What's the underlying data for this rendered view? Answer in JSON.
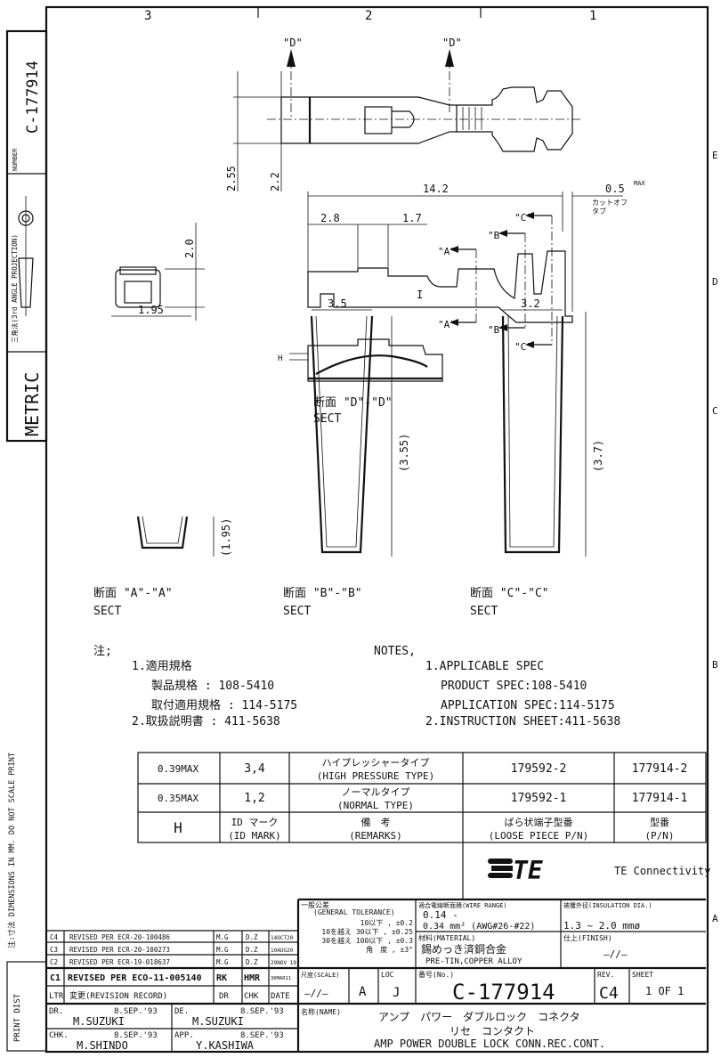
{
  "zones": {
    "top": [
      "3",
      "2",
      "1"
    ],
    "right": [
      "E",
      "D",
      "C",
      "B",
      "A"
    ]
  },
  "margin": {
    "number_label": "NUMBER",
    "number": "C-177914",
    "projection": "三角法(3rd ANGLE PROJECTION)",
    "metric": "METRIC",
    "dimensions_note": "注:寸法 DIMENSIONS IN MM. DO NOT SCALE PRINT",
    "print_dist": "PRINT DIST"
  },
  "views": {
    "section_d": "\"D\"",
    "section_a": "\"A\"",
    "section_b": "\"B\"",
    "section_c": "\"C\"",
    "dims": {
      "d255": "2.55",
      "d22": "2.2",
      "d142": "14.2",
      "d05": "0.5",
      "max": "MAX",
      "cutoff1": "カットオフ",
      "cutoff2": "タブ",
      "d28": "2.8",
      "d17": "1.7",
      "d20": "2.0",
      "h": "H",
      "a_w": "1.95",
      "a_h": "(1.95)",
      "b_w": "3.5",
      "b_h": "(3.55)",
      "c_w": "3.2",
      "c_h": "(3.7)"
    },
    "labels": {
      "dd": "断面 \"D\"-\"D\"",
      "aa": "断面 \"A\"-\"A\"",
      "bb": "断面 \"B\"-\"B\"",
      "cc": "断面 \"C\"-\"C\"",
      "sect": "SECT"
    }
  },
  "notes": {
    "jp_title": "注;",
    "jp": [
      "1.適用規格",
      "製品規格 : 108-5410",
      "取付適用規格 : 114-5175",
      "2.取扱説明書 : 411-5638"
    ],
    "en_title": "NOTES,",
    "en": [
      "1.APPLICABLE SPEC",
      "PRODUCT SPEC:108-5410",
      "APPLICATION SPEC:114-5175",
      "2.INSTRUCTION SHEET:411-5638"
    ]
  },
  "parts_table": {
    "rows": [
      {
        "h": "0.39MAX",
        "id": "3,4",
        "remarks_jp": "ハイプレッシャータイプ",
        "remarks_en": "(HIGH PRESSURE TYPE)",
        "loose": "179592-2",
        "pn": "177914-2"
      },
      {
        "h": "0.35MAX",
        "id": "1,2",
        "remarks_jp": "ノーマルタイプ",
        "remarks_en": "(NORMAL TYPE)",
        "loose": "179592-1",
        "pn": "177914-1"
      }
    ],
    "header": {
      "h": "H",
      "id_jp": "ID マーク",
      "id_en": "(ID MARK)",
      "rem_jp": "備　考",
      "rem_en": "(REMARKS)",
      "loose_jp": "ばら状端子型番",
      "loose_en": "(LOOSE PIECE P/N)",
      "pn_jp": "型番",
      "pn_en": "(P/N)"
    }
  },
  "logo": {
    "mark": "TE",
    "company": "TE Connectivity"
  },
  "revisions": [
    {
      "ltr": "C4",
      "desc": "REVISED PER ECR-20-100486",
      "dr": "M.G",
      "chk": "D.Z",
      "date": "14OCT20"
    },
    {
      "ltr": "C3",
      "desc": "REVISED PER ECR-20-100273",
      "dr": "M.G",
      "chk": "D.Z",
      "date": "10AUG20"
    },
    {
      "ltr": "C2",
      "desc": "REVISED PER ECR-19-018637",
      "dr": "M.G",
      "chk": "D.Z",
      "date": "29NOV 19"
    },
    {
      "ltr": "C1",
      "desc": "REVISED PER ECO-11-005140",
      "dr": "RK",
      "chk": "HMR",
      "date": "30MAR11"
    }
  ],
  "rev_header": {
    "ltr": "LTR",
    "desc": "変更(REVISION RECORD)",
    "dr": "DR",
    "chk": "CHK",
    "date": "DATE"
  },
  "signoff": {
    "dr_label": "DR.",
    "dr_date": "8.SEP.'93",
    "dr_name": "M.SUZUKI",
    "de_label": "DE.",
    "de_date": "8.SEP.'93",
    "de_name": "M.SUZUKI",
    "chk_label": "CHK.",
    "chk_date": "8.SEP.'93",
    "chk_name": "M.SHINDO",
    "app_label": "APP.",
    "app_date": "8.SEP.'93",
    "app_name": "Y.KASHIWA"
  },
  "title_block": {
    "tol_title": "一般公差",
    "tol_en": "(GENERAL TOLERANCE)",
    "tol": [
      "10以下 , ±0.2",
      "10を越え 30以下 , ±0.25",
      "30を越え 100以下 , ±0.3",
      "角　度 , ±3°"
    ],
    "wire_label": "適合電線断面積(WIRE RANGE)",
    "wire1": "0.14 -",
    "wire2": "0.34 mm² (AWG#26-#22)",
    "ins_label": "被覆外径(INSULATION DIA.)",
    "ins": "1.3 ~ 2.0  mmø",
    "mat_label": "材料(MATERIAL)",
    "mat_jp": "錫めっき済銅合金",
    "mat_en": "PRE-TIN,COPPER ALLOY",
    "fin_label": "仕上(FINISH)",
    "fin": "—//—",
    "scale_label": "尺度(SCALE)",
    "scale": "—//—",
    "size": "A",
    "loc_label": "LOC",
    "loc": "J",
    "no_label": "番号(No.)",
    "no": "C-177914",
    "rev_label": "REV.",
    "rev": "C4",
    "sheet_label": "SHEET",
    "sheet": "1 OF 1",
    "name_label": "名称(NAME)",
    "name_jp1": "アンプ　パワー　ダブルロック　コネクタ",
    "name_jp2": "リセ　コンタクト",
    "name_en": "AMP POWER DOUBLE LOCK CONN.REC.CONT."
  }
}
